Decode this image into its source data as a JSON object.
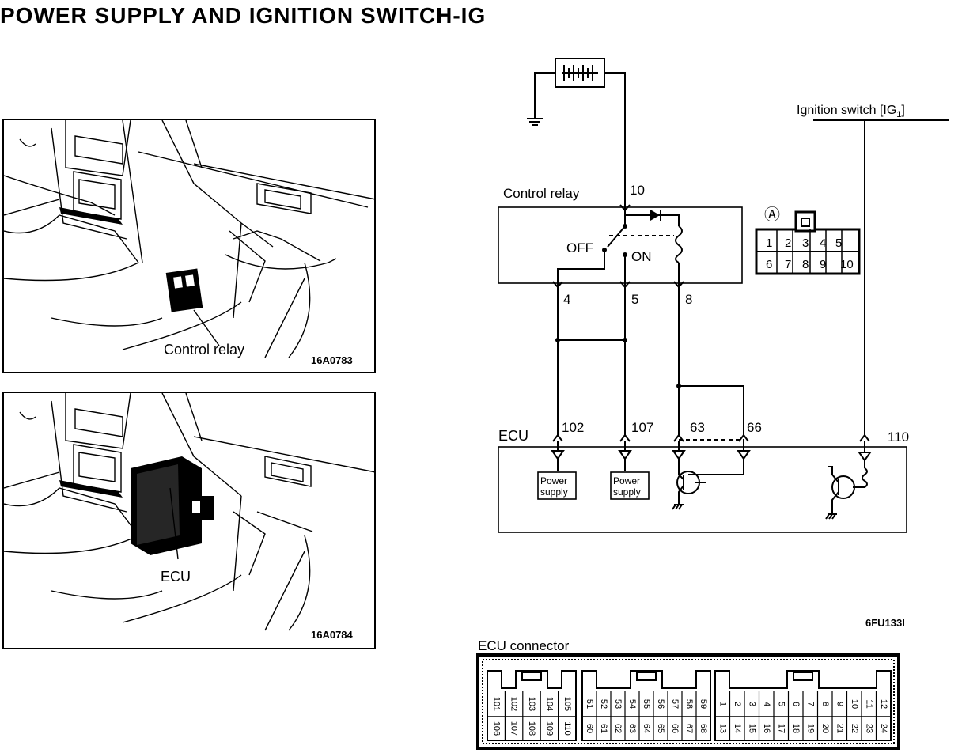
{
  "title": "POWER SUPPLY AND IGNITION SWITCH-IG",
  "photo1": {
    "callout": "Control relay",
    "code": "16A0783"
  },
  "photo2": {
    "callout": "ECU",
    "code": "16A0784"
  },
  "schematic": {
    "control_relay_label": "Control relay",
    "pin_10": "10",
    "off_label": "OFF",
    "on_label": "ON",
    "pin_4": "4",
    "pin_5": "5",
    "pin_8": "8",
    "ignition_label": "Ignition switch [IG",
    "ignition_sub": "1",
    "ignition_close": "]",
    "ecu_label": "ECU",
    "pin_102": "102",
    "pin_107": "107",
    "pin_63": "63",
    "pin_66": "66",
    "pin_110": "110",
    "power_supply_1": [
      "Power",
      "supply"
    ],
    "power_supply_2": [
      "Power",
      "supply"
    ],
    "connector_mark": "Ⓐ",
    "connector_top_row": [
      "1",
      "2",
      "3",
      "4",
      "5"
    ],
    "connector_bottom_row": [
      "6",
      "7",
      "8",
      "9",
      "10"
    ],
    "figure_code": "6FU133I"
  },
  "ecu_connector": {
    "label": "ECU connector",
    "group1_top": [
      "101",
      "102",
      "103",
      "104",
      "105"
    ],
    "group1_bottom": [
      "106",
      "107",
      "108",
      "109",
      "110"
    ],
    "group2_top": [
      "51",
      "52",
      "53",
      "54",
      "55",
      "56",
      "57",
      "58",
      "59"
    ],
    "group2_bottom": [
      "60",
      "61",
      "62",
      "63",
      "64",
      "65",
      "66",
      "67",
      "68"
    ],
    "group3_top": [
      "1",
      "2",
      "3",
      "4",
      "5",
      "6",
      "7",
      "8",
      "9",
      "10",
      "11",
      "12"
    ],
    "group3_bottom": [
      "13",
      "14",
      "15",
      "16",
      "17",
      "18",
      "19",
      "20",
      "21",
      "22",
      "23",
      "24"
    ]
  }
}
